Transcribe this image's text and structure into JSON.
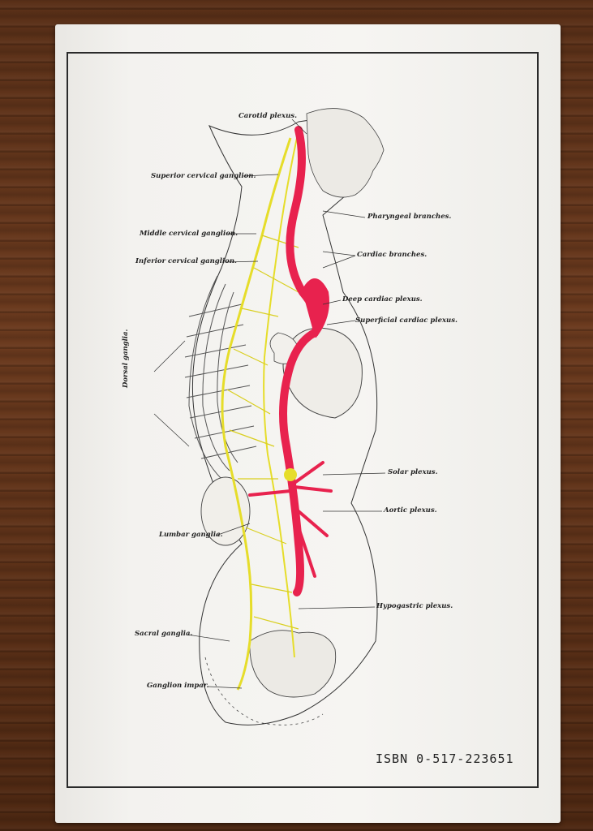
{
  "labels": {
    "carotid_plexus": "Carotid plexus.",
    "superior_cervical": "Superior cervical ganglion.",
    "pharyngeal": "Pharyngeal branches.",
    "middle_cervical": "Middle cervical ganglion.",
    "inferior_cervical": "Inferior cervical ganglion.",
    "cardiac_branches": "Cardiac branches.",
    "deep_cardiac": "Deep cardiac plexus.",
    "superficial_cardiac": "Superficial cardiac plexus.",
    "dorsal_ganglia": "Dorsal ganglia.",
    "solar_plexus": "Solar plexus.",
    "aortic_plexus": "Aortic plexus.",
    "lumbar_ganglia": "Lumbar ganglia.",
    "hypogastric_plexus": "Hypogastric plexus.",
    "sacral_ganglia": "Sacral ganglia.",
    "ganglion_impar": "Ganglion impar."
  },
  "isbn": "ISBN 0-517-223651",
  "colors": {
    "aorta": "#e8224e",
    "nerves": "#e6dd2a",
    "ink": "#222222",
    "paper": "#f4f3f0",
    "wood": "#5a3018"
  }
}
